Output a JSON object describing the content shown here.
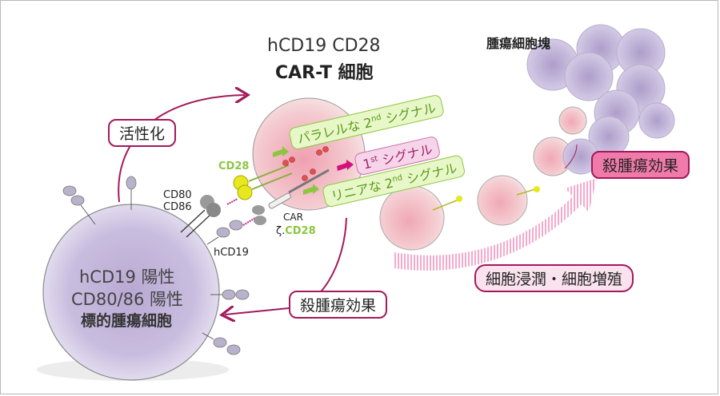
{
  "title": {
    "line1": "hCD19 CD28",
    "line2": "CAR-T 細胞"
  },
  "tumor_cell": {
    "line1": "hCD19 陽性",
    "line2": "CD80/86 陽性",
    "line3": "標的腫瘍細胞"
  },
  "labels": {
    "activation": "活性化",
    "killing_left": "殺腫瘍効果",
    "killing_right": "殺腫瘍効果",
    "infiltration": "細胞浸潤・細胞増殖",
    "tumor_mass": "腫瘍細胞塊",
    "cd28": "CD28",
    "cd80": "CD80",
    "cd86": "CD86",
    "hcd19": "hCD19",
    "car": "CAR",
    "zeta": "ζ.",
    "car_cd28": "CD28"
  },
  "signals": {
    "parallel_prefix": "パラレルな 2",
    "parallel_sup": "nd",
    "parallel_suffix": " シグナル",
    "first_prefix": "1",
    "first_sup": "st",
    "first_suffix": " シグナル",
    "linear_prefix": "リニアな 2",
    "linear_sup": "nd",
    "linear_suffix": " シグナル"
  },
  "colors": {
    "magenta": "#a3195b",
    "green": "#8cc63f",
    "pink_fill": "#f5b8d6",
    "tumor_purple": "#c9bfdc",
    "cart_pink": "#f2c6c8"
  }
}
